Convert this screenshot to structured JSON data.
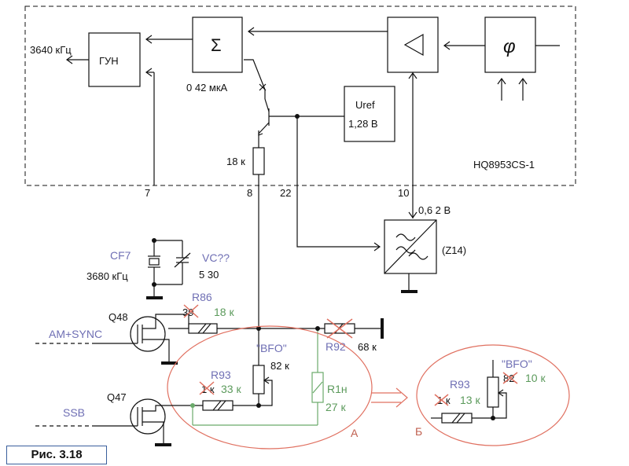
{
  "chip": {
    "name": "HQ8953CS-1"
  },
  "blocks": {
    "vco": "ГУН",
    "sum": "Σ",
    "phase": "φ",
    "uref_title": "Uref",
    "uref_value": "1,28 В"
  },
  "labels": {
    "freq_out": "3640 кГц",
    "current": "0   42 мкА",
    "r18": "18 к",
    "pin7": "7",
    "pin8": "8",
    "pin22": "22",
    "pin10": "10",
    "volt_range": "0,6   2 В",
    "filter": "(Z14)",
    "cf7": "CF7",
    "cf7_freq": "3680 кГц",
    "vc": "VC??",
    "vc_range": "5   30",
    "r86": "R86",
    "r86_old": "39",
    "r86_new": "18 к",
    "q48": "Q48",
    "am_sync": "AM+SYNC",
    "q47": "Q47",
    "ssb": "SSB",
    "r92": "R92",
    "r92_val": "68 к",
    "bfo": "\"BFO\"",
    "bfo_val": "82 к",
    "r93": "R93",
    "r93_old": "1 к",
    "r93_new": "33 к",
    "r1n": "R1н",
    "r1n_val": "27 к",
    "variant_a": "А",
    "variant_b": "Б",
    "b_bfo": "\"BFO\"",
    "b_bfo_old": "82",
    "b_bfo_new": "10 к",
    "b_r93": "R93",
    "b_r93_old": "1 к",
    "b_r93_new": "13 к"
  },
  "figure": {
    "caption": "Рис. 3.18"
  }
}
